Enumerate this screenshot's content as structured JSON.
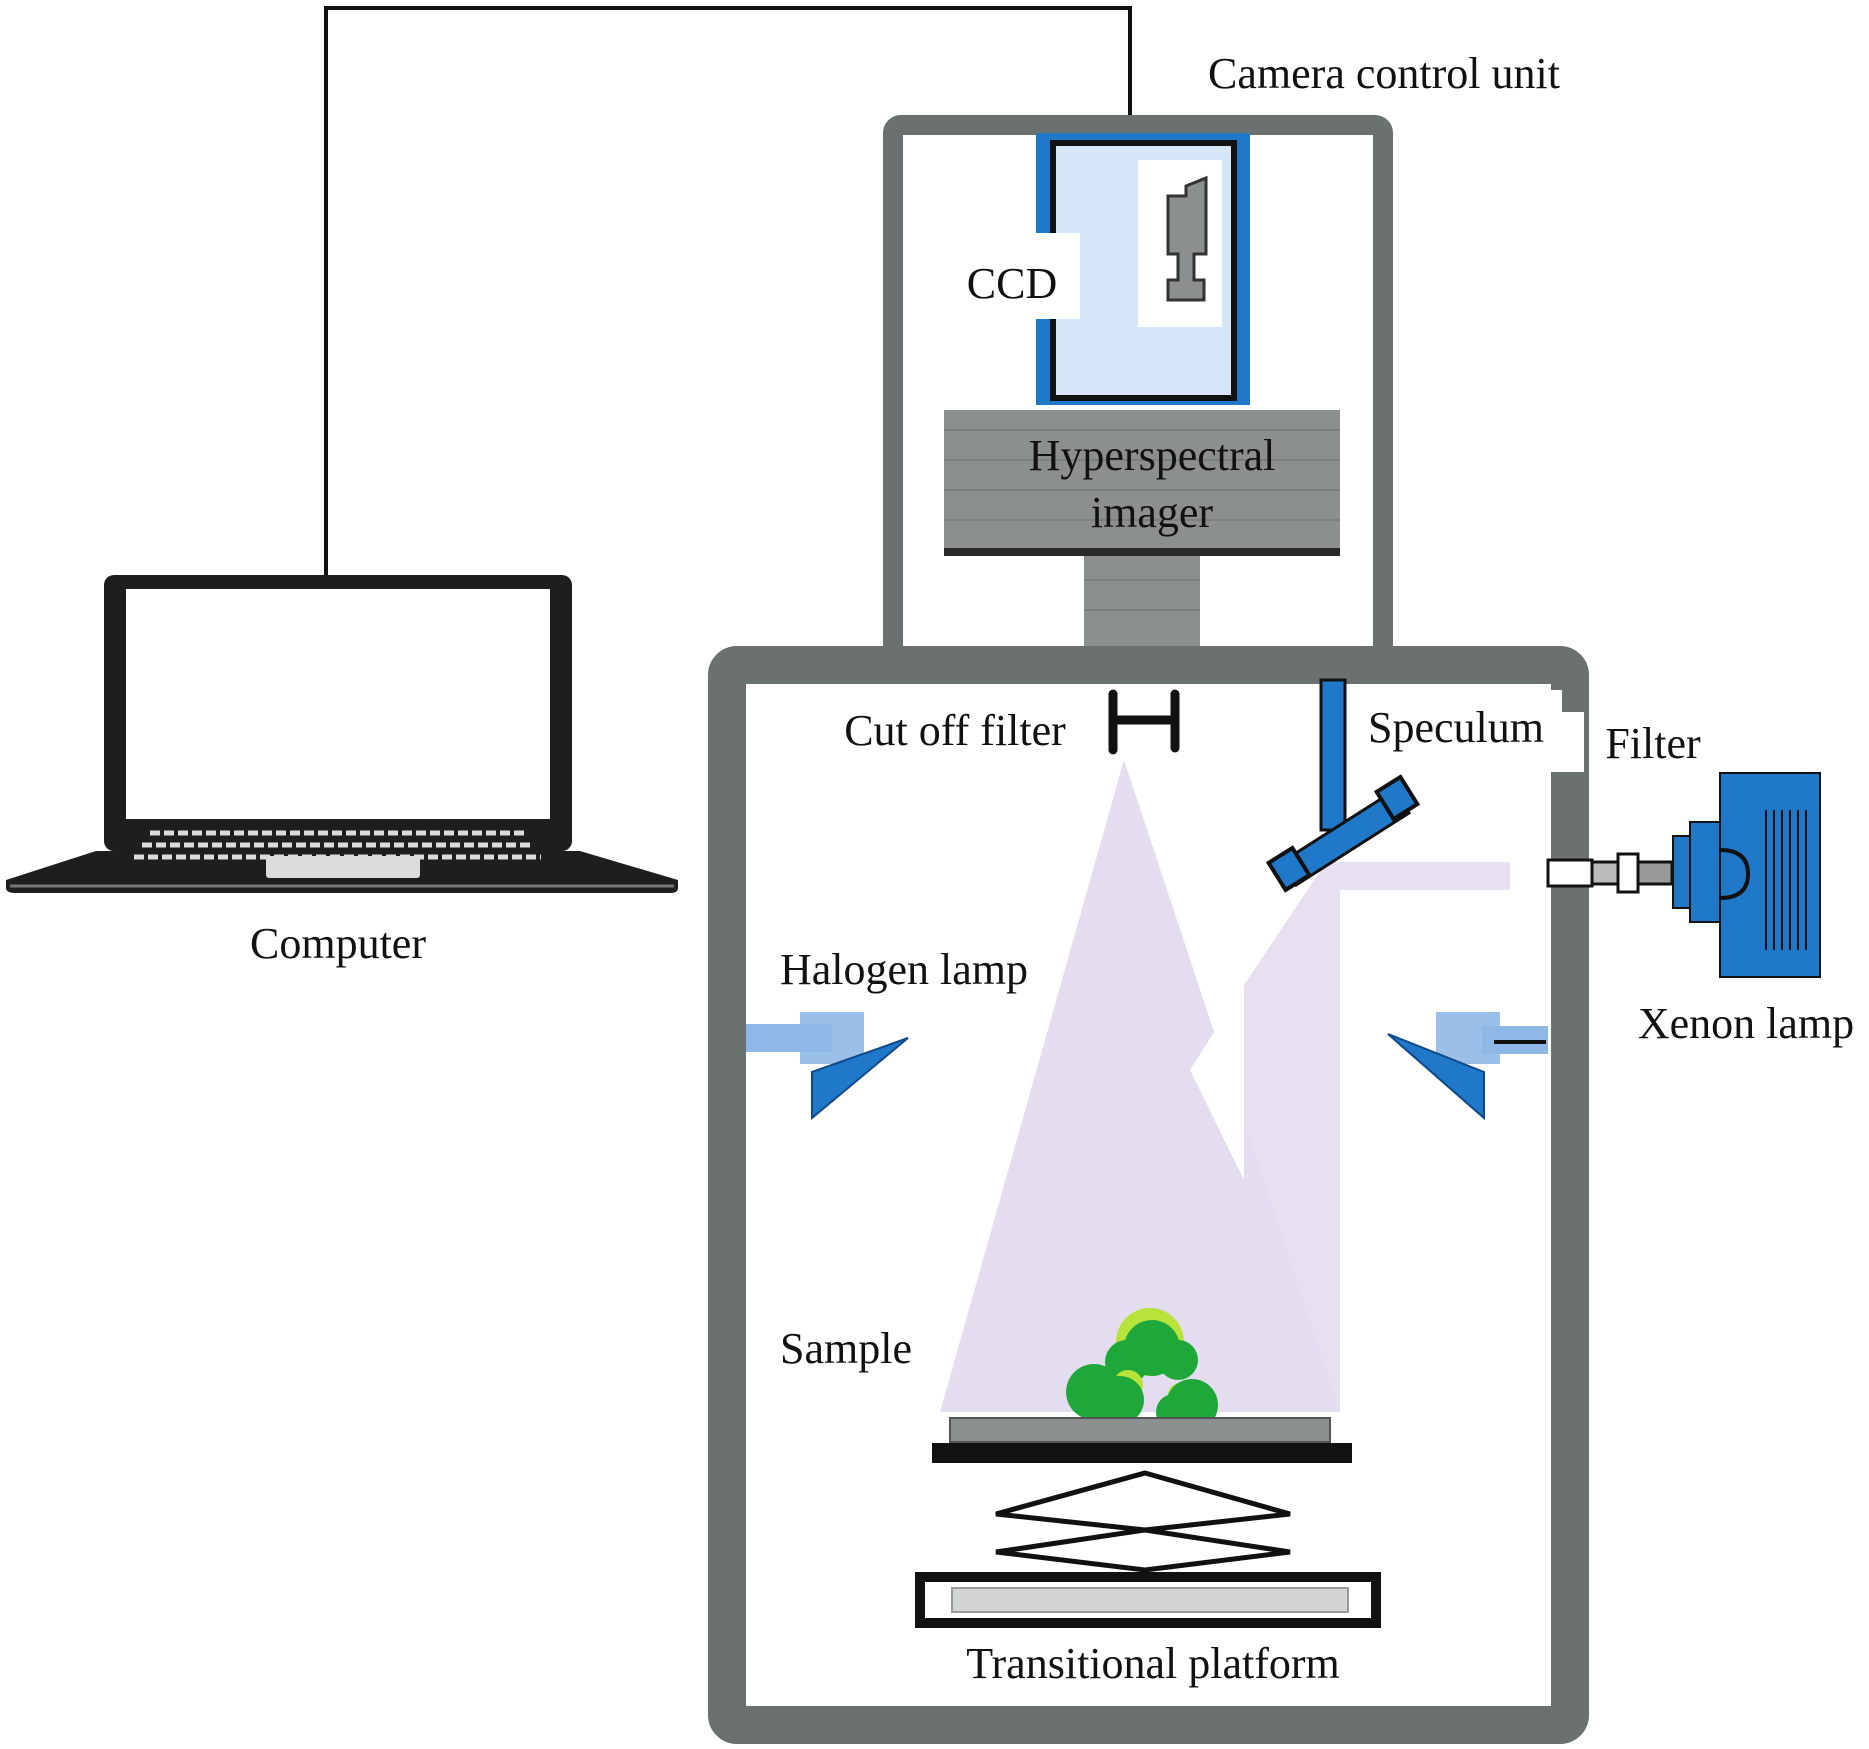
{
  "labels": {
    "camera_control_unit": "Camera control unit",
    "ccd": "CCD",
    "imager_line1": "Hyperspectral",
    "imager_line2": "imager",
    "computer": "Computer",
    "cut_off_filter": "Cut off filter",
    "speculum": "Speculum",
    "filter": "Filter",
    "xenon_lamp": "Xenon lamp",
    "halogen_lamp": "Halogen lamp",
    "sample": "Sample",
    "transitional_platform": "Transitional platform"
  },
  "colors": {
    "enclosure": "#6b7071",
    "device_blue": "#1f78c8",
    "lamp_blue": "#8fb8e6",
    "ccd_fill": "#d6e6f7",
    "imager_grey": "#8c8f90",
    "light_beam": "#e3ddef",
    "sample_green": "#1fa83a",
    "sample_highlight": "#b7e33a",
    "line": "#111111"
  }
}
